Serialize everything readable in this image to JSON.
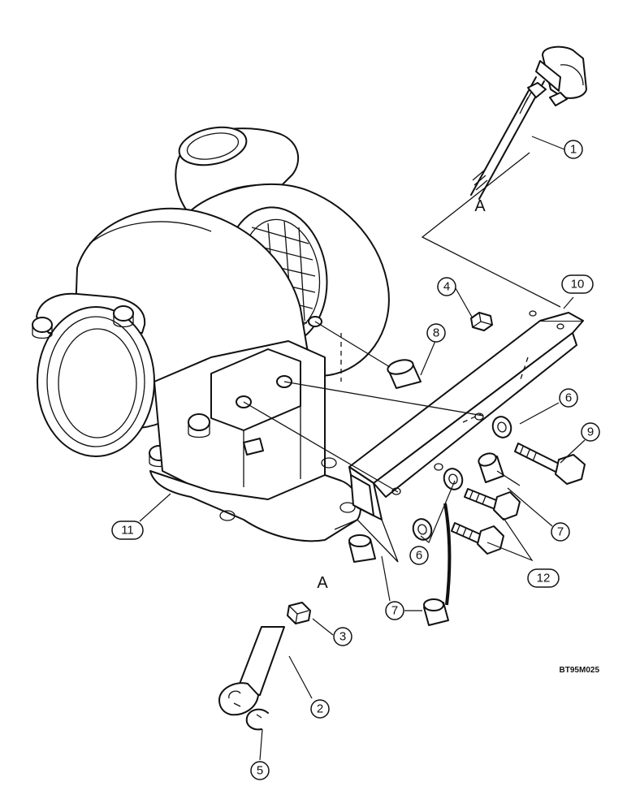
{
  "reference_letters": {
    "top": "A",
    "bottom": "A"
  },
  "figure_code": "BT95M025",
  "callouts": {
    "c1": "1",
    "c2": "2",
    "c3": "3",
    "c4": "4",
    "c5": "5",
    "c6a": "6",
    "c6b": "6",
    "c7a": "7",
    "c7b": "7",
    "c8": "8",
    "c9": "9",
    "c10": "10",
    "c11": "11",
    "c12": "12"
  }
}
